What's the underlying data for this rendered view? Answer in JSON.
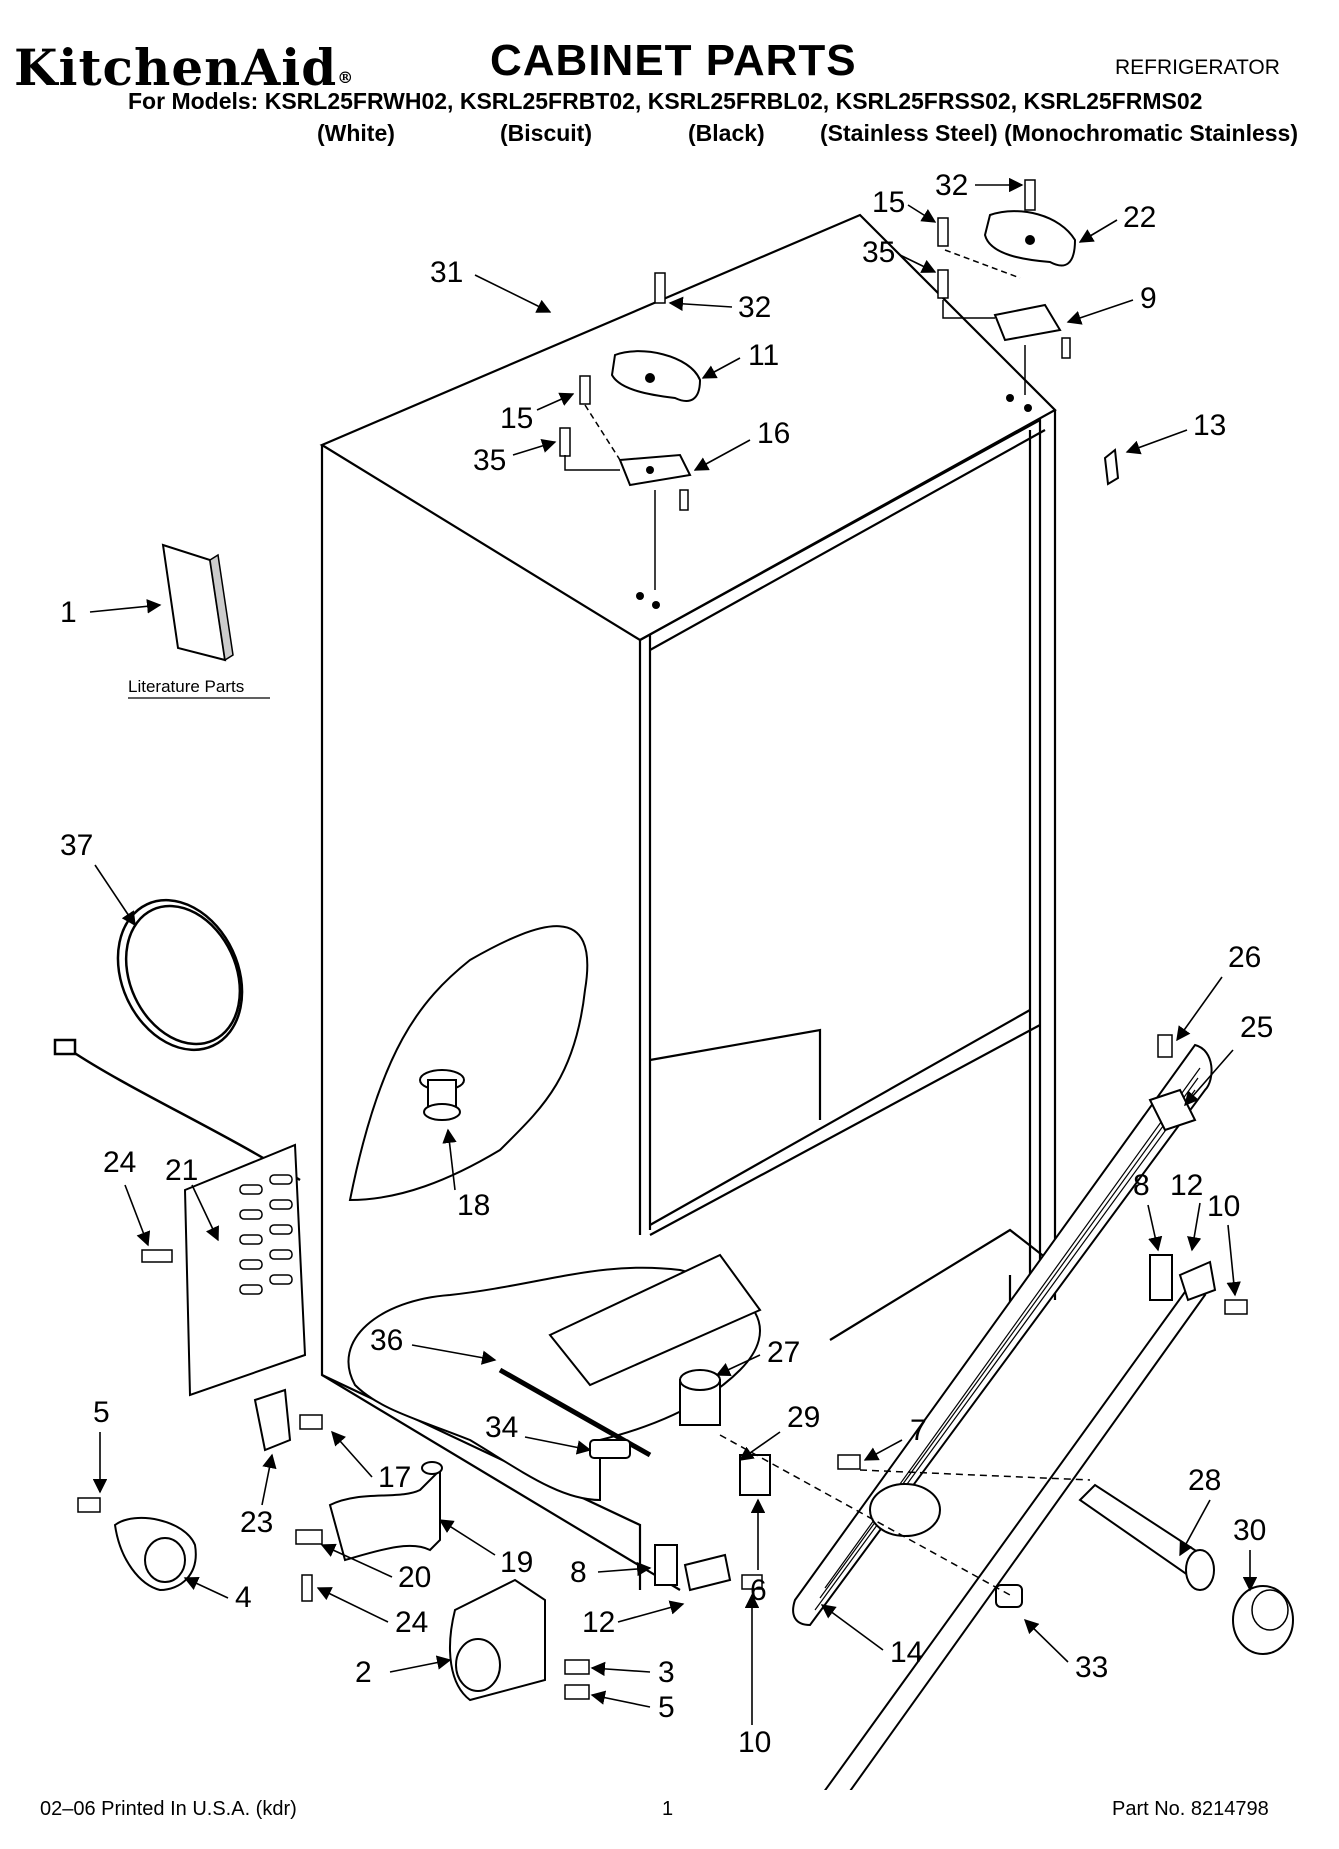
{
  "header": {
    "brand": "KitchenAid",
    "brand_mark": "®",
    "title": "CABINET PARTS",
    "appliance": "REFRIGERATOR",
    "models_line": "For Models: KSRL25FRWH02, KSRL25FRBT02, KSRL25FRBL02, KSRL25FRSS02, KSRL25FRMS02",
    "variants": [
      "(White)",
      "(Biscuit)",
      "(Black)",
      "(Stainless Steel) (Monochromatic Stainless)"
    ]
  },
  "diagram": {
    "literature_label": "Literature Parts",
    "callouts": [
      "1",
      "2",
      "3",
      "4",
      "5",
      "5",
      "6",
      "7",
      "8",
      "8",
      "9",
      "10",
      "10",
      "11",
      "12",
      "12",
      "13",
      "14",
      "15",
      "15",
      "16",
      "17",
      "18",
      "19",
      "20",
      "21",
      "22",
      "23",
      "24",
      "24",
      "25",
      "26",
      "27",
      "28",
      "29",
      "30",
      "31",
      "32",
      "32",
      "33",
      "34",
      "35",
      "35",
      "36",
      "37"
    ]
  },
  "footer": {
    "print_info": "02–06 Printed In U.S.A. (kdr)",
    "page": "1",
    "part_no": "Part No. 8214798"
  }
}
